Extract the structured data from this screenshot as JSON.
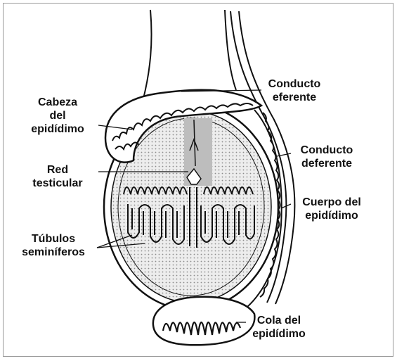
{
  "labels": {
    "conducto_eferente": "Conducto\neferente",
    "cabeza_epididimo": "Cabeza\ndel\nepidídimo",
    "conducto_deferente": "Conducto\ndeferente",
    "red_testicular": "Red\ntesticular",
    "cuerpo_epididimo": "Cuerpo del\nepidídimo",
    "tubulos_seminiferos": "Túbulos\nseminíferos",
    "cola_epididimo": "Cola del\nepidídimo"
  },
  "colors": {
    "ink": "#111111",
    "shade": "#cfcfcf",
    "frame": "#9a9a9a"
  }
}
